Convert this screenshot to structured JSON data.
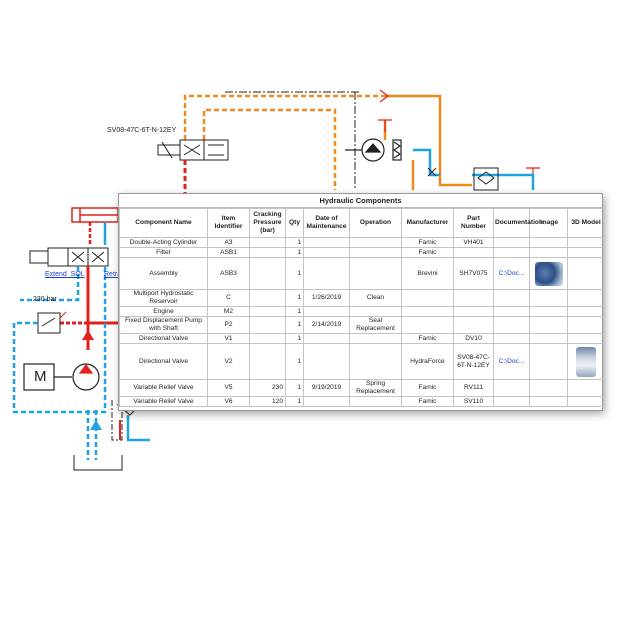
{
  "schematic": {
    "valve_top_label": "SV08-47C-6T-N-12EY",
    "extend_label": "Extend_SOL",
    "retract_label": "Retrac",
    "pressure_label": "230 bar",
    "motor_letter": "M"
  },
  "table": {
    "title": "Hydraulic Components",
    "columns": [
      "Component Name",
      "Item Identifier",
      "Cracking Pressure (bar)",
      "Qty",
      "Date of Maintenance",
      "Operation",
      "Manufacturer",
      "Part Number",
      "Documentation",
      "Image",
      "3D Model"
    ],
    "rows": [
      {
        "name": "Double-Acting Cylinder",
        "id": "A3",
        "pressure": "",
        "qty": "1",
        "date": "",
        "operation": "",
        "manufacturer": "Famic",
        "part": "VH401",
        "doc": "",
        "image": "",
        "model": ""
      },
      {
        "name": "Filter",
        "id": "ASB1",
        "pressure": "",
        "qty": "1",
        "date": "",
        "operation": "",
        "manufacturer": "Famic",
        "part": "",
        "doc": "",
        "image": "",
        "model": ""
      },
      {
        "name": "Assembly",
        "id": "ASB3",
        "pressure": "",
        "qty": "1",
        "date": "",
        "operation": "",
        "manufacturer": "Brevini",
        "part": "SH7V075",
        "doc": "C:\\Doc...",
        "image": "motor-photo",
        "model": ""
      },
      {
        "name": "Multiport Hydrostatic Reservoir",
        "id": "C",
        "pressure": "",
        "qty": "1",
        "date": "1/26/2019",
        "operation": "Clean",
        "manufacturer": "",
        "part": "",
        "doc": "",
        "image": "",
        "model": ""
      },
      {
        "name": "Engine",
        "id": "M2",
        "pressure": "",
        "qty": "1",
        "date": "",
        "operation": "",
        "manufacturer": "",
        "part": "",
        "doc": "",
        "image": "",
        "model": ""
      },
      {
        "name": "Fixed Displacement Pump with Shaft",
        "id": "P2",
        "pressure": "",
        "qty": "1",
        "date": "2/14/2019",
        "operation": "Seal Replacement",
        "manufacturer": "",
        "part": "",
        "doc": "",
        "image": "",
        "model": ""
      },
      {
        "name": "Directional Valve",
        "id": "V1",
        "pressure": "",
        "qty": "1",
        "date": "",
        "operation": "",
        "manufacturer": "Famic",
        "part": "DV10",
        "doc": "",
        "image": "",
        "model": ""
      },
      {
        "name": "Directional Valve",
        "id": "V2",
        "pressure": "",
        "qty": "1",
        "date": "",
        "operation": "",
        "manufacturer": "HydraForce",
        "part": "SV08-47C-6T-N-12EY",
        "doc": "C:\\Doc...",
        "image": "",
        "model": "valve-3d"
      },
      {
        "name": "Variable Relief Valve",
        "id": "V5",
        "pressure": "230",
        "qty": "1",
        "date": "9/19/2019",
        "operation": "Spring Replacement",
        "manufacturer": "Famic",
        "part": "RV111",
        "doc": "",
        "image": "",
        "model": ""
      },
      {
        "name": "Variable Relief Valve",
        "id": "V6",
        "pressure": "120",
        "qty": "1",
        "date": "",
        "operation": "",
        "manufacturer": "Famic",
        "part": "SV110",
        "doc": "",
        "image": "",
        "model": ""
      }
    ]
  },
  "colors": {
    "pressure_red": "#e3201b",
    "return_blue": "#1fa3e0",
    "pilot_orange": "#f08a1c",
    "line_black": "#222222",
    "link_blue": "#1a3fd1"
  }
}
